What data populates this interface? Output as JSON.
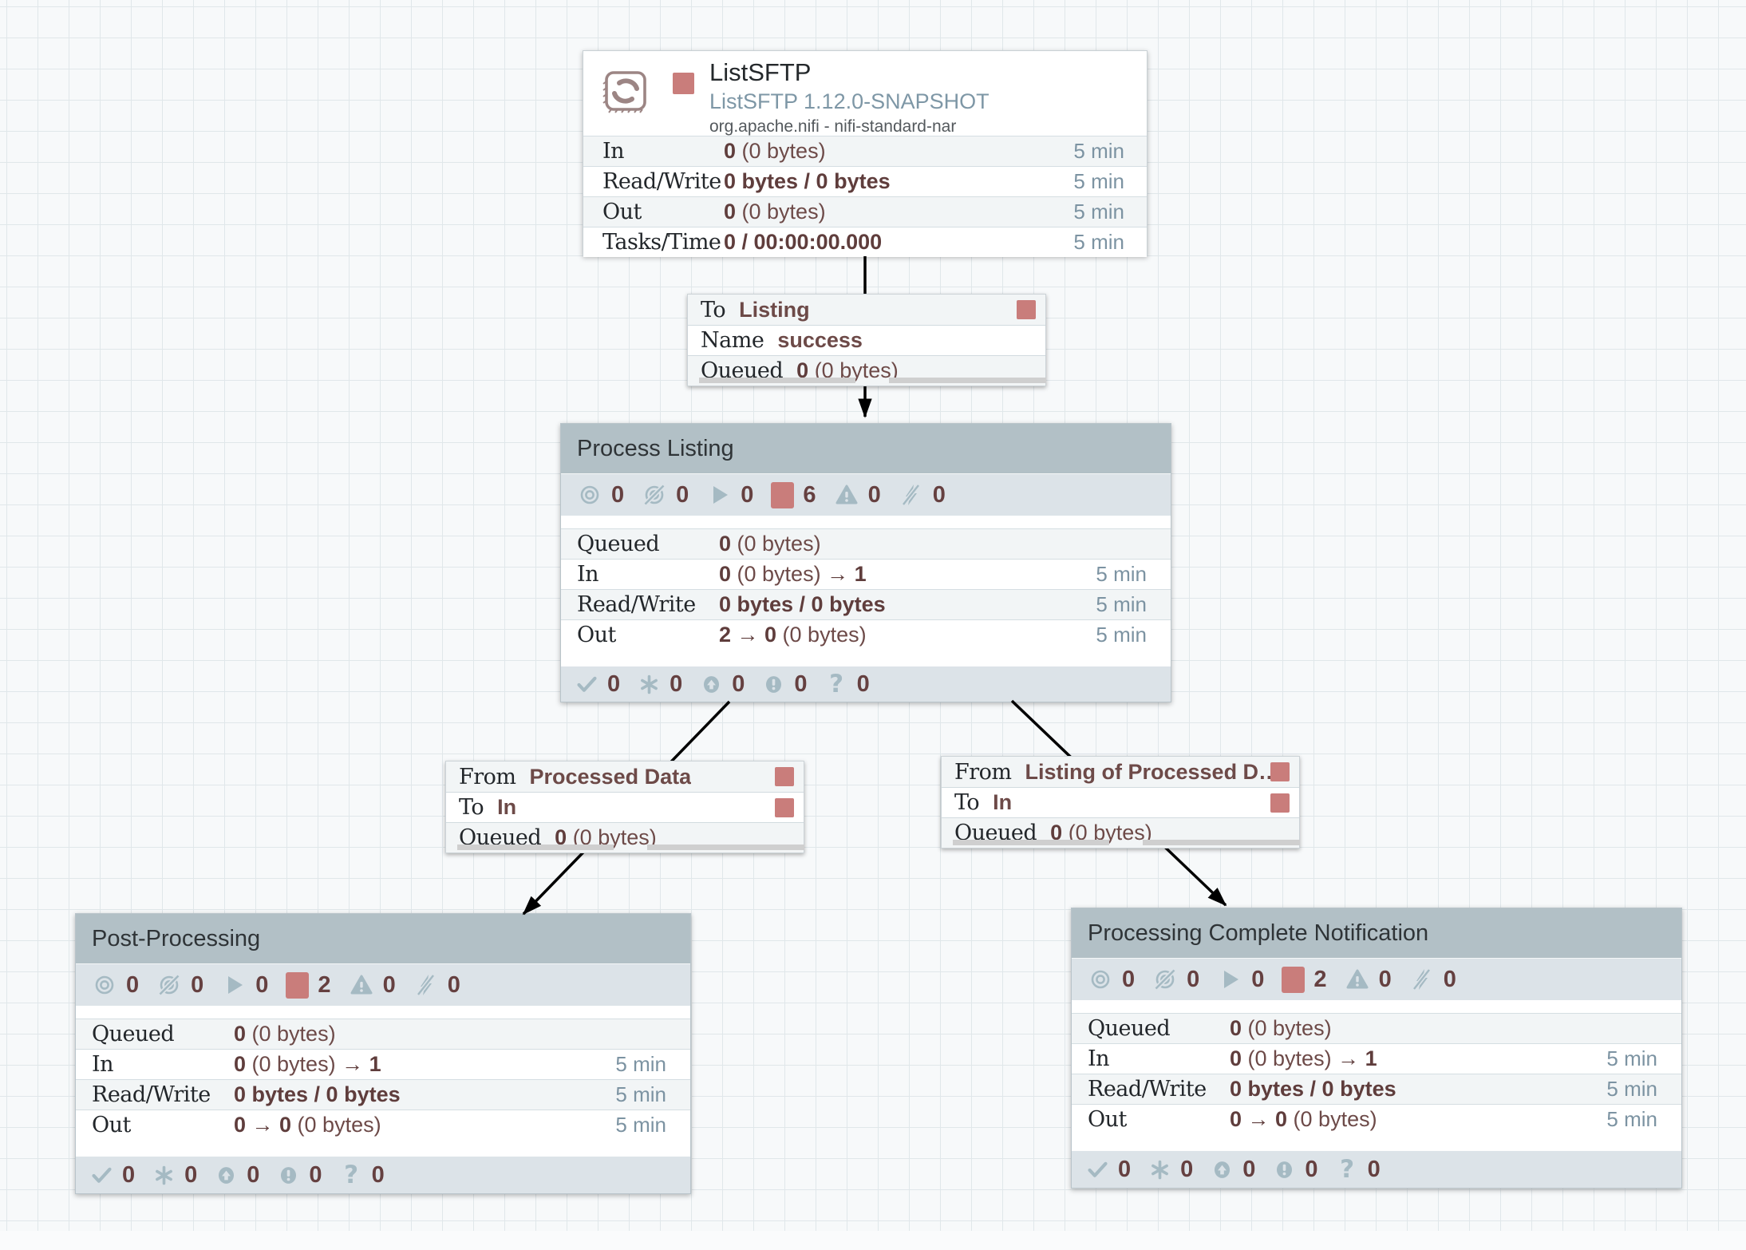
{
  "colors": {
    "accent_red": "#c97d7b",
    "value_text": "#6d4a48",
    "time_text": "#7c93a2",
    "group_header_bg": "#b2c0c6",
    "status_bar_bg": "#dce3e8",
    "icon_color": "#a5bac3"
  },
  "icons": {
    "transmitting-icon": "bullseye",
    "not-transmitting-icon": "bullseye-slash",
    "running-icon": "play-triangle",
    "stopped-icon": "red-square",
    "warning-icon": "warning-triangle",
    "invalid-icon": "bolt-slash",
    "up-to-date-icon": "check",
    "locally-modified-icon": "asterisk",
    "stale-icon": "arrow-up-circle",
    "modified-stale-icon": "exclamation-circle",
    "sync-failure-icon": "question-mark"
  },
  "processor": {
    "name": "ListSFTP",
    "type_version": "ListSFTP 1.12.0-SNAPSHOT",
    "bundle": "org.apache.nifi - nifi-standard-nar",
    "stats": [
      {
        "label": "In",
        "value": "**0** (0 bytes)",
        "time": "5 min"
      },
      {
        "label": "Read/Write",
        "value": "**0 bytes / 0 bytes**",
        "time": "5 min"
      },
      {
        "label": "Out",
        "value": "**0** (0 bytes)",
        "time": "5 min"
      },
      {
        "label": "Tasks/Time",
        "value": "**0 / 00:00:00.000**",
        "time": "5 min"
      }
    ]
  },
  "connections": [
    {
      "rows": [
        {
          "label": "To",
          "value": "Listing"
        },
        {
          "label": "Name",
          "value": "success"
        },
        {
          "label": "Queued",
          "value": "**0** (0 bytes)"
        }
      ]
    },
    {
      "rows": [
        {
          "label": "From",
          "value": "Processed Data"
        },
        {
          "label": "To",
          "value": "In"
        },
        {
          "label": "Queued",
          "value": "**0** (0 bytes)"
        }
      ]
    },
    {
      "rows": [
        {
          "label": "From",
          "value": "Listing of Processed D…"
        },
        {
          "label": "To",
          "value": "In"
        },
        {
          "label": "Queued",
          "value": "**0** (0 bytes)"
        }
      ]
    }
  ],
  "groups": [
    {
      "title": "Process Listing",
      "counts": {
        "transmitting": 0,
        "not_transmitting": 0,
        "running": 0,
        "stopped": 6,
        "warning": 0,
        "invalid": 0
      },
      "stats": [
        {
          "label": "Queued",
          "value": "**0** (0 bytes)",
          "time": ""
        },
        {
          "label": "In",
          "value": "**0** (0 bytes) **→ 1**",
          "time": "5 min"
        },
        {
          "label": "Read/Write",
          "value": "**0 bytes / 0 bytes**",
          "time": "5 min"
        },
        {
          "label": "Out",
          "value": "**2 → 0** (0 bytes)",
          "time": "5 min"
        }
      ],
      "footer": {
        "up_to_date": 0,
        "locally_modified": 0,
        "stale": 0,
        "modified_stale": 0,
        "sync_failure": 0
      }
    },
    {
      "title": "Post-Processing",
      "counts": {
        "transmitting": 0,
        "not_transmitting": 0,
        "running": 0,
        "stopped": 2,
        "warning": 0,
        "invalid": 0
      },
      "stats": [
        {
          "label": "Queued",
          "value": "**0** (0 bytes)",
          "time": ""
        },
        {
          "label": "In",
          "value": "**0** (0 bytes) **→ 1**",
          "time": "5 min"
        },
        {
          "label": "Read/Write",
          "value": "**0 bytes / 0 bytes**",
          "time": "5 min"
        },
        {
          "label": "Out",
          "value": "**0 → 0** (0 bytes)",
          "time": "5 min"
        }
      ],
      "footer": {
        "up_to_date": 0,
        "locally_modified": 0,
        "stale": 0,
        "modified_stale": 0,
        "sync_failure": 0
      }
    },
    {
      "title": "Processing Complete Notification",
      "counts": {
        "transmitting": 0,
        "not_transmitting": 0,
        "running": 0,
        "stopped": 2,
        "warning": 0,
        "invalid": 0
      },
      "stats": [
        {
          "label": "Queued",
          "value": "**0** (0 bytes)",
          "time": ""
        },
        {
          "label": "In",
          "value": "**0** (0 bytes) **→ 1**",
          "time": "5 min"
        },
        {
          "label": "Read/Write",
          "value": "**0 bytes / 0 bytes**",
          "time": "5 min"
        },
        {
          "label": "Out",
          "value": "**0 → 0** (0 bytes)",
          "time": "5 min"
        }
      ],
      "footer": {
        "up_to_date": 0,
        "locally_modified": 0,
        "stale": 0,
        "modified_stale": 0,
        "sync_failure": 0
      }
    }
  ]
}
